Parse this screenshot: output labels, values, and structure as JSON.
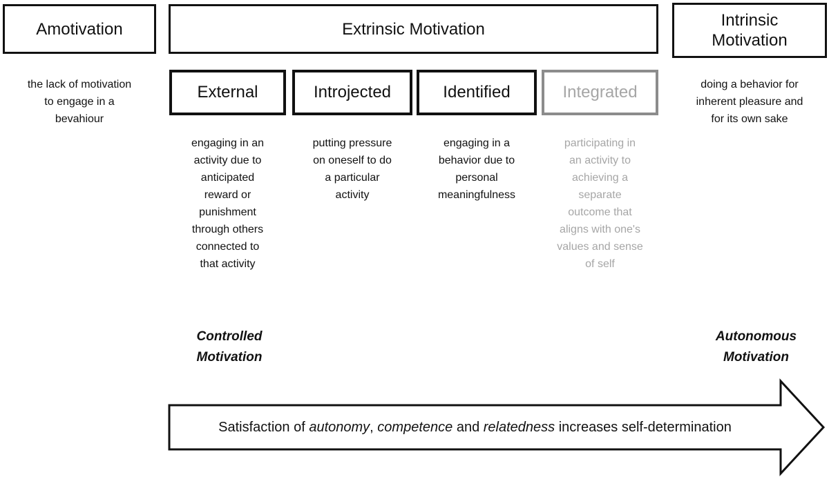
{
  "header": {
    "amotivation": "Amotivation",
    "extrinsic": "Extrinsic Motivation",
    "intrinsic": "Intrinsic\nMotivation"
  },
  "descriptions": {
    "amotivation": "the lack of motivation\nto engage in a\nbevahiour",
    "intrinsic": "doing a behavior for\ninherent pleasure and\nfor its own sake"
  },
  "subtypes": [
    {
      "label": "External",
      "muted": false,
      "description": "engaging in an\nactivity due to\nanticipated\nreward or\npunishment\nthrough others\nconnected to\nthat activity"
    },
    {
      "label": "Introjected",
      "muted": false,
      "description": "putting pressure\non oneself to do\na particular\nactivity"
    },
    {
      "label": "Identified",
      "muted": false,
      "description": "engaging in a\nbehavior due to\npersonal\nmeaningfulness"
    },
    {
      "label": "Integrated",
      "muted": true,
      "description": "participating in\nan activity to\nachieving a\nseparate\noutcome that\naligns with one's\nvalues and sense\nof self"
    }
  ],
  "axis_labels": {
    "controlled": "Controlled\nMotivation",
    "autonomous": "Autonomous\nMotivation"
  },
  "arrow": {
    "parts": [
      {
        "text": "Satisfaction of ",
        "italic": false
      },
      {
        "text": "autonomy",
        "italic": true
      },
      {
        "text": ", ",
        "italic": false
      },
      {
        "text": "competence",
        "italic": true
      },
      {
        "text": " and ",
        "italic": false
      },
      {
        "text": "relatedness",
        "italic": true
      },
      {
        "text": " increases self-determination",
        "italic": false
      }
    ]
  },
  "colors": {
    "ink": "#111111",
    "muted_text": "#a6a6a6",
    "muted_border": "#8c8c8c",
    "background": "#ffffff"
  }
}
